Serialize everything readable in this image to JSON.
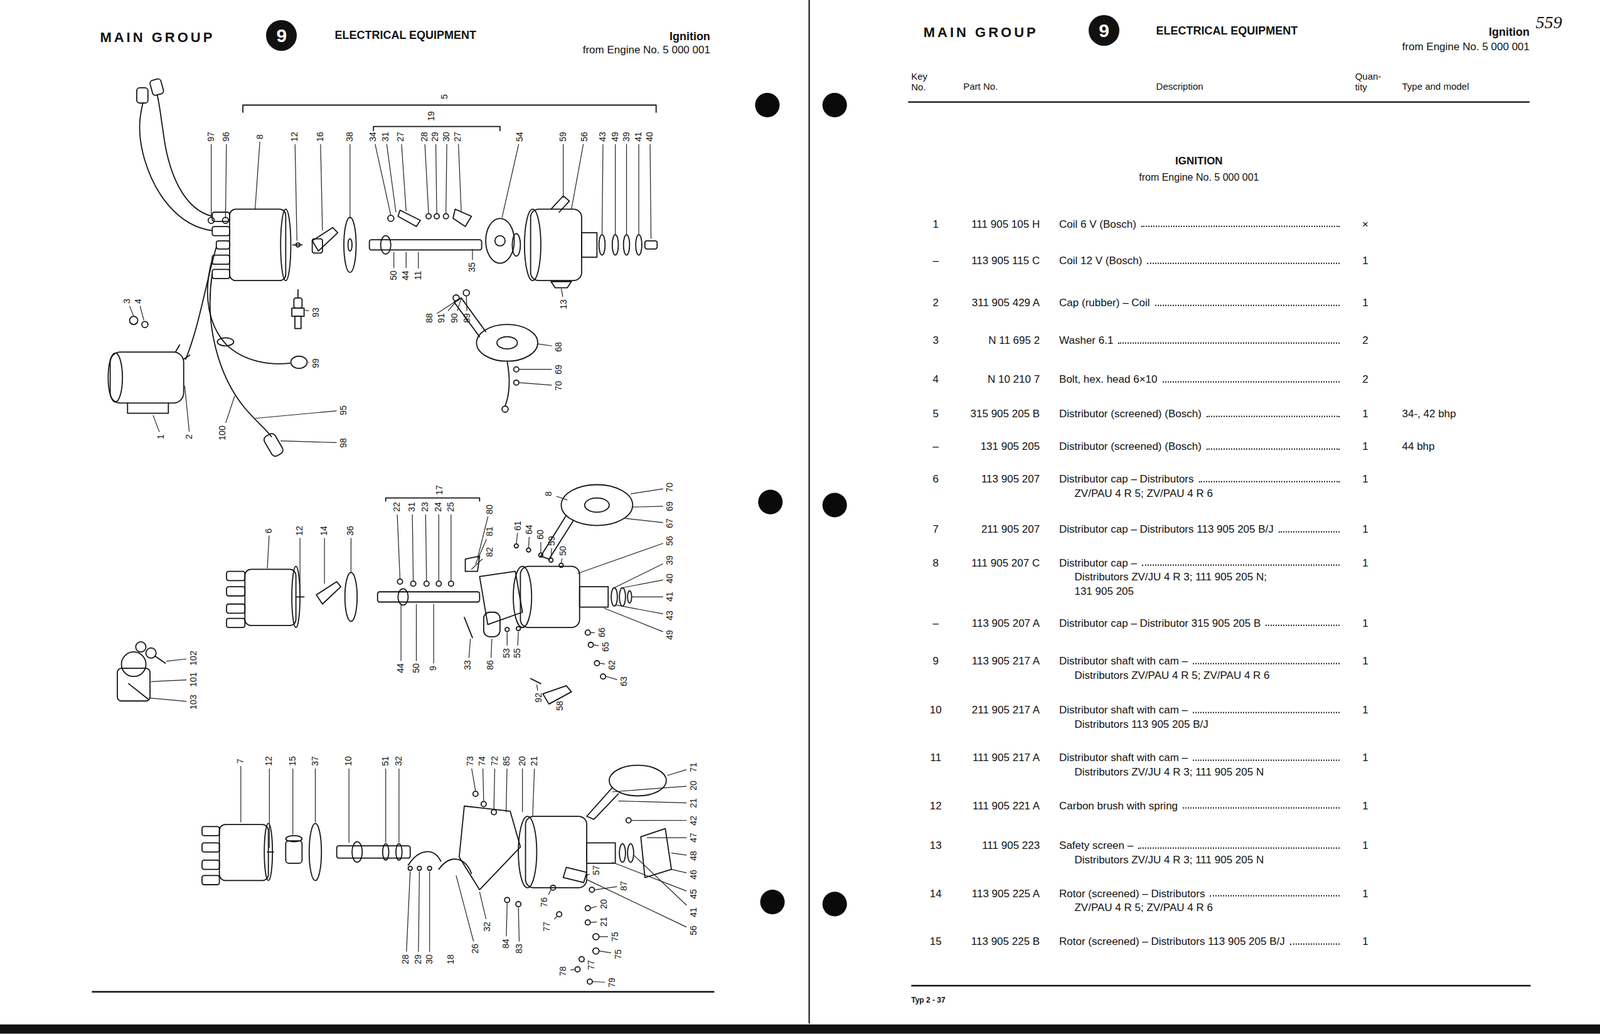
{
  "diagram": {
    "nodes": [
      {
        "text": [
          "9"
        ]
      },
      {
        "text": [
          "9"
        ]
      }
    ],
    "labels": [
      "MAIN GROUP",
      "ELECTRICAL EQUIPMENT",
      "Ignition",
      "from Engine No. 5 000 001",
      "MAIN GROUP",
      "ELECTRICAL EQUIPMENT",
      "Ignition",
      "559",
      "from Engine No. 5 000 001",
      "97",
      "96",
      "8",
      "12",
      "16",
      "38",
      "34",
      "31",
      "27",
      "28",
      "29",
      "30",
      "27",
      "19",
      "5",
      "54",
      "59",
      "56",
      "43",
      "49",
      "39",
      "41",
      "40",
      "50",
      "44",
      "11",
      "35",
      "13",
      "88",
      "91",
      "90",
      "89",
      "68",
      "69",
      "70",
      "93",
      "99",
      "95",
      "98",
      "100",
      "1",
      "2",
      "3",
      "4",
      "6",
      "12",
      "14",
      "36",
      "22",
      "31",
      "23",
      "24",
      "25",
      "17",
      "80",
      "81",
      "82",
      "8",
      "61",
      "64",
      "60",
      "59",
      "50",
      "70",
      "69",
      "67",
      "56",
      "39",
      "40",
      "41",
      "43",
      "49",
      "44",
      "50",
      "9",
      "33",
      "86",
      "53",
      "55",
      "92",
      "58",
      "66",
      "65",
      "62",
      "63",
      "102",
      "101",
      "103",
      "7",
      "12",
      "15",
      "37",
      "10",
      "51",
      "32",
      "73",
      "74",
      "72",
      "85",
      "20",
      "21",
      "71",
      "20",
      "21",
      "42",
      "47",
      "48",
      "46",
      "45",
      "41",
      "56",
      "28",
      "29",
      "30",
      "18",
      "26",
      "32",
      "84",
      "83",
      "76",
      "77",
      "57",
      "87",
      "20",
      "21",
      "75",
      "75",
      "78",
      "77",
      "79",
      "Key No.",
      "Part No.",
      "Description",
      "Quan- tity",
      "Type and model",
      "IGNITION",
      "from Engine No. 5 000 001",
      "1",
      "111 905 105 H",
      "Coil 6 V (Bosch)",
      "×",
      "–",
      "113 905 115 C",
      "Coil 12 V (Bosch)",
      "1",
      "2",
      "311 905 429 A",
      "Cap (rubber) – Coil",
      "1",
      "3",
      "N 11 695 2",
      "Washer 6.1",
      "2",
      "4",
      "N 10 210 7",
      "Bolt, hex. head 6×10",
      "2",
      "5",
      "315 905 205 B",
      "Distributor (screened) (Bosch)",
      "1",
      "34-, 42 bhp",
      "–",
      "131 905 205",
      "Distributor (screened) (Bosch)",
      "1",
      "44 bhp",
      "6",
      "113 905 207",
      "Distributor cap – Distributors",
      "ZV/PAU 4 R 5; ZV/PAU 4 R 6",
      "1",
      "7",
      "211 905 207",
      "Distributor cap – Distributors 113 905 205 B/J",
      "1",
      "8",
      "111 905 207 C",
      "Distributor cap –",
      "Distributors ZV/JU 4 R 3; 111 905 205 N;",
      "131 905 205",
      "1",
      "–",
      "113 905 207 A",
      "Distributor cap – Distributor 315 905 205 B",
      "1",
      "9",
      "113 905 217 A",
      "Distributor shaft with cam –",
      "Distributors ZV/PAU 4 R 5; ZV/PAU 4 R 6",
      "1",
      "10",
      "211 905 217 A",
      "Distributor shaft with cam –",
      "Distributors 113 905 205 B/J",
      "1",
      "11",
      "111 905 217 A",
      "Distributor shaft with cam –",
      "Distributors ZV/JU 4 R 3; 111 905 205 N",
      "1",
      "12",
      "111 905 221 A",
      "Carbon brush with spring",
      "1",
      "13",
      "111 905 223",
      "Safety screen –",
      "Distributors ZV/JU 4 R 3; 111 905 205 N",
      "1",
      "14",
      "113 905 225 A",
      "Rotor (screened) – Distributors",
      "ZV/PAU 4 R 5; ZV/PAU 4 R 6",
      "1",
      "15",
      "113 905 225 B",
      "Rotor (screened) – Distributors 113 905 205 B/J",
      "1",
      "Typ 2 - 37"
    ]
  }
}
